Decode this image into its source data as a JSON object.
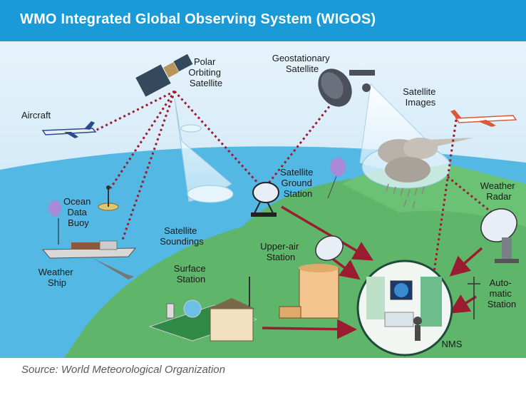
{
  "header": {
    "title": "WMO Integrated Global Observing System (WIGOS)",
    "background_color": "#1a9ad6"
  },
  "labels": {
    "polar_satellite": [
      "Polar",
      "Orbiting",
      "Satellite"
    ],
    "geostationary_satellite": [
      "Geostationary",
      "Satellite"
    ],
    "satellite_images": [
      "Satellite",
      "Images"
    ],
    "aircraft": [
      "Aircraft"
    ],
    "ocean_data_buoy": [
      "Ocean",
      "Data",
      "Buoy"
    ],
    "satellite_ground_station": [
      "Satellite",
      "Ground",
      "Station"
    ],
    "weather_radar": [
      "Weather",
      "Radar"
    ],
    "satellite_soundings": [
      "Satellite",
      "Soundings"
    ],
    "upper_air_station": [
      "Upper-air",
      "Station"
    ],
    "weather_ship": [
      "Weather",
      "Ship"
    ],
    "surface_station": [
      "Surface",
      "Station"
    ],
    "automatic_station": [
      "Auto-",
      "matic",
      "Station"
    ],
    "nms": [
      "NMS"
    ]
  },
  "footer": {
    "source": "Source: World Meteorological Organization"
  },
  "colors": {
    "sky": "#cfe7f5",
    "ocean": "#53b8e3",
    "land": "#5fb569",
    "link_dotted": "#9b1b30",
    "arrow": "#9b1b30"
  }
}
